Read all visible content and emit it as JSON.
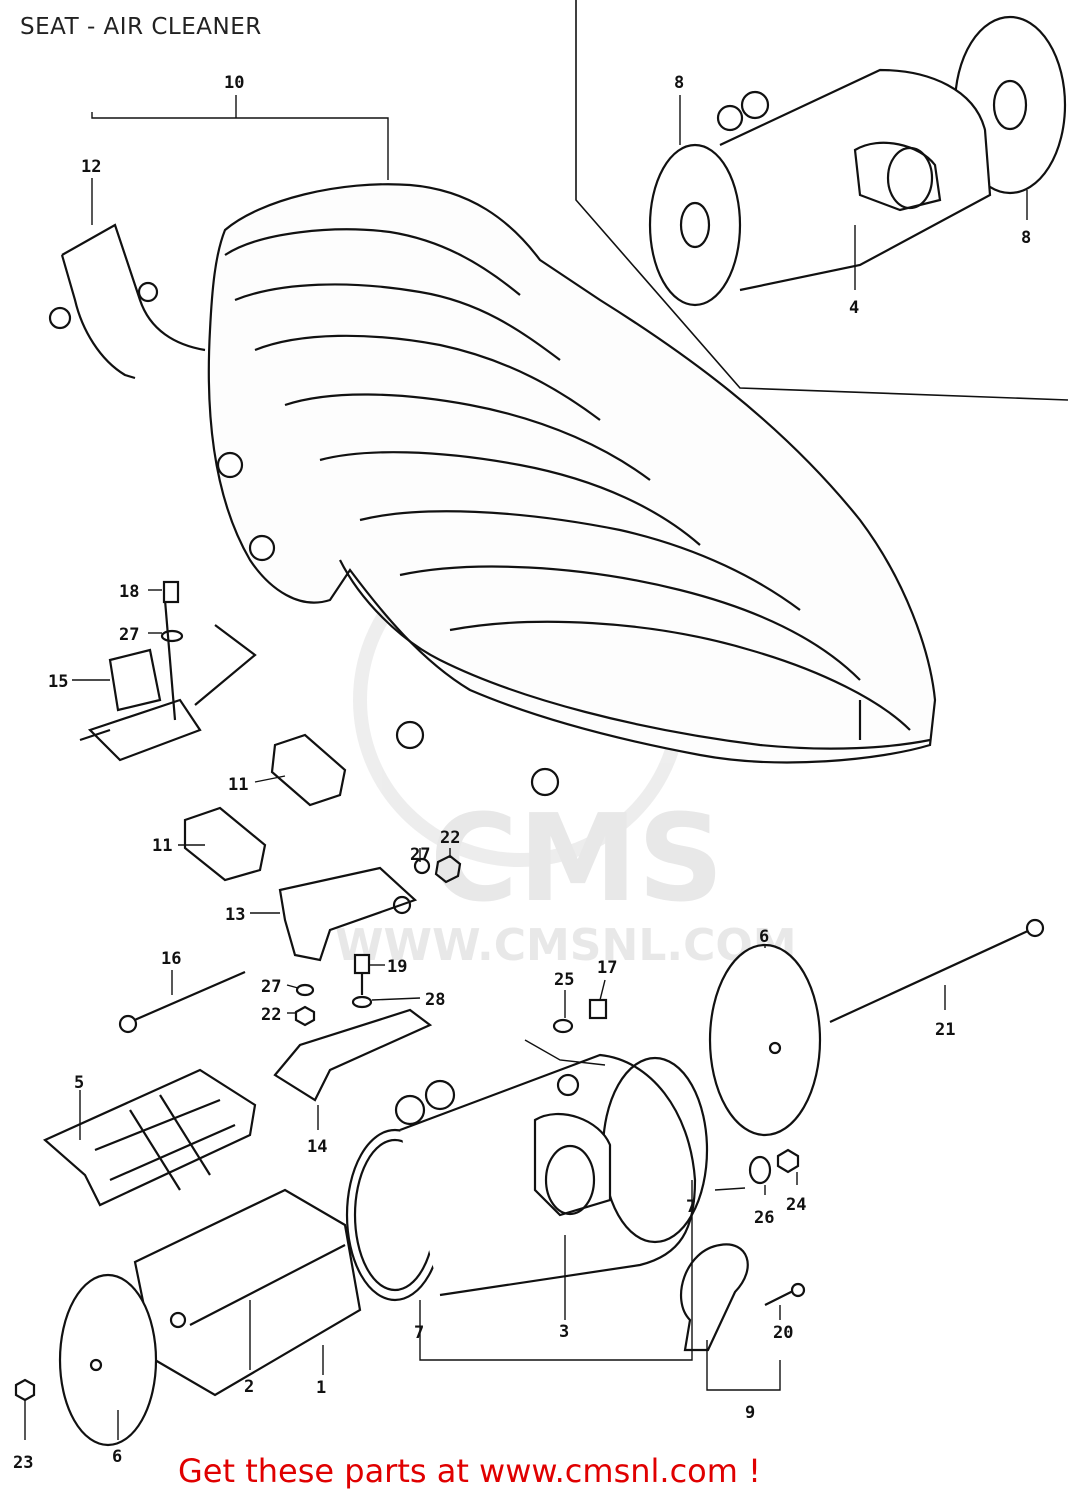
{
  "title": "SEAT - AIR CLEANER",
  "watermark": {
    "brand": "CMS",
    "site": "WWW.CMSNL.COM"
  },
  "footer": {
    "text": "Get these parts at www.cmsnl.com !"
  },
  "callouts": [
    "1",
    "2",
    "3",
    "4",
    "5",
    "6",
    "6",
    "7",
    "7",
    "7",
    "8",
    "8",
    "9",
    "10",
    "11",
    "11",
    "12",
    "13",
    "14",
    "15",
    "16",
    "17",
    "18",
    "19",
    "20",
    "21",
    "22",
    "22",
    "23",
    "24",
    "25",
    "26",
    "27",
    "27",
    "27",
    "28"
  ]
}
